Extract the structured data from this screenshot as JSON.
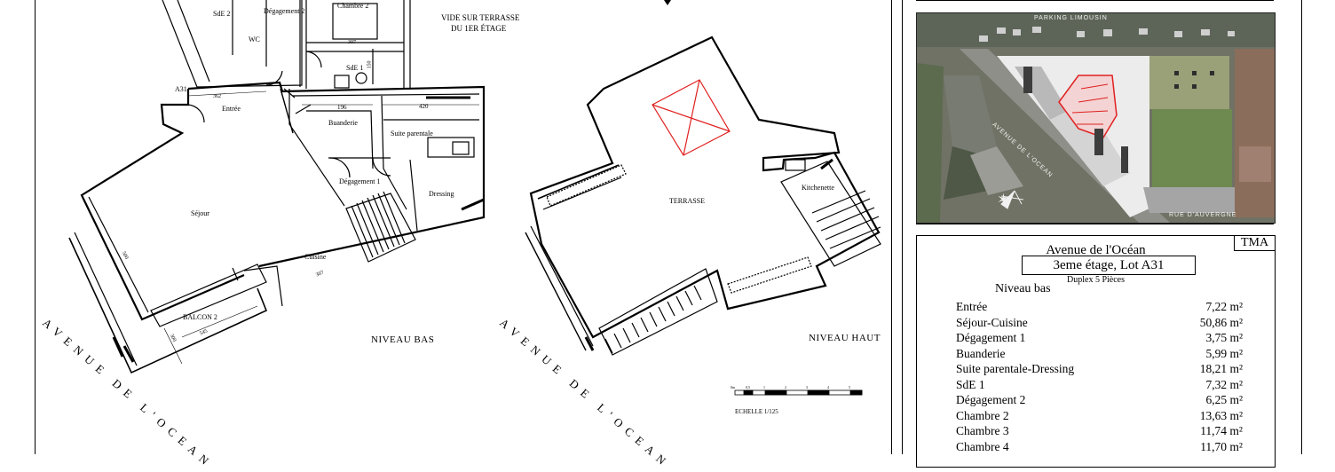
{
  "plan_bas": {
    "rooms": {
      "sde2": "SdE 2",
      "degagement2": "Dégagement 2",
      "chambre2": "Chambre 2",
      "wc": "WC",
      "sde1": "SdE 1",
      "a31": "A31",
      "entree": "Entrée",
      "buanderie": "Buanderie",
      "suite": "Suite parentale",
      "degagement1": "Dégagement 1",
      "dressing": "Dressing",
      "sejour": "Séjour",
      "cuisine": "Cuisine",
      "balcon2": "BALCON 2"
    },
    "dims": {
      "d1": "307",
      "d2": "150",
      "d3": "196",
      "d4": "420",
      "d5": "362",
      "d6": "500",
      "d7": "545",
      "d8": "300",
      "d9": "307"
    },
    "vide": [
      "VIDE SUR TERRASSE",
      "DU 1ER ÉTAGE"
    ],
    "niveau": "NIVEAU BAS",
    "street": "AVENUE DE L'OCEAN"
  },
  "plan_haut": {
    "terrasse": "TERRASSE",
    "kitchenette": "Kitchenette",
    "niveau": "NIVEAU HAUT",
    "street": "AVENUE DE L'OCEAN"
  },
  "scale": {
    "label": "ECHELLE 1/125",
    "ticks": [
      "0m",
      "0,5",
      "1",
      "2",
      "3",
      "4",
      "5"
    ]
  },
  "map": {
    "parking": "PARKING LIMOUSIN",
    "avenue": "AVENUE DE L'OCEAN",
    "rue": "RUE D'AUVERGNE"
  },
  "legend": {
    "tag": "TMA",
    "title": "Avenue de l'Océan",
    "subtitle": "3eme étage, Lot A31",
    "type": "Duplex 5 Pièces",
    "niveau": "Niveau bas",
    "rooms": [
      {
        "name": "Entrée",
        "area": "7,22 m²"
      },
      {
        "name": "Séjour-Cuisine",
        "area": "50,86 m²"
      },
      {
        "name": "Dégagement 1",
        "area": "3,75 m²"
      },
      {
        "name": "Buanderie",
        "area": "5,99 m²"
      },
      {
        "name": "Suite parentale-Dressing",
        "area": "18,21 m²"
      },
      {
        "name": "SdE 1",
        "area": "7,32 m²"
      },
      {
        "name": "Dégagement 2",
        "area": "6,25 m²"
      },
      {
        "name": "Chambre 2",
        "area": "13,63 m²"
      },
      {
        "name": "Chambre 3",
        "area": "11,74 m²"
      },
      {
        "name": "Chambre 4",
        "area": "11,70 m²"
      }
    ]
  },
  "colors": {
    "line": "#000000",
    "red": "#e02020",
    "map_bg": "#6f7264"
  }
}
